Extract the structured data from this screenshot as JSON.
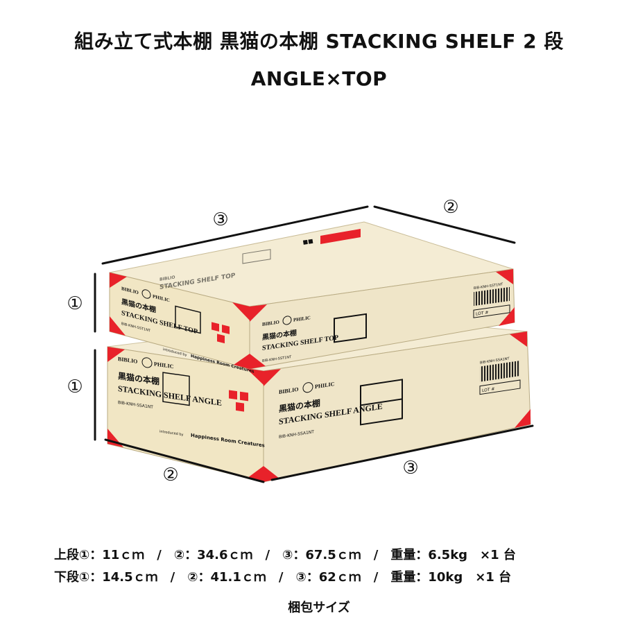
{
  "title": {
    "line1": "組み立て式本棚 黒猫の本棚 STACKING SHELF 2 段",
    "line2": "ANGLE×TOP"
  },
  "dimension_markers": {
    "one": "①",
    "two": "②",
    "three": "③"
  },
  "box_top": {
    "brand": "BIBLIO",
    "brand2": "PHILIC",
    "name_jp": "黒猫の本棚",
    "name_en": "STACKING SHELF TOP",
    "code": "BIB-KNH-SST1NT",
    "maker_prefix": "introduced by",
    "maker": "Happiness Room Creatures",
    "lot": "LOT #",
    "barcode_code": "BIB-KNH-SST1NT"
  },
  "box_bottom": {
    "brand": "BIBLIO",
    "brand2": "PHILIC",
    "name_jp": "黒猫の本棚",
    "name_en": "STACKING SHELF ANGLE",
    "code": "BIB-KNH-SSA1NT",
    "maker_prefix": "introduced by",
    "maker": "Happiness Room Creatures",
    "lot": "LOT #",
    "barcode_code": "BIB-KNH-SSA1NT"
  },
  "specs": {
    "upper": "上段①：11ｃｍ　/　②：34.6ｃｍ　/　③：67.5ｃｍ　/　重量：6.5kg　×1 台",
    "lower": "下段①：14.5ｃｍ　/　②：41.1ｃｍ　/　③：62ｃｍ　/　重量：10kg　×1 台"
  },
  "caption": "梱包サイズ",
  "colors": {
    "box_front": "#f1e6c4",
    "box_side": "#ede3c6",
    "box_top": "#f4ecd4",
    "accent_red": "#e8222a",
    "ink": "#111111"
  }
}
